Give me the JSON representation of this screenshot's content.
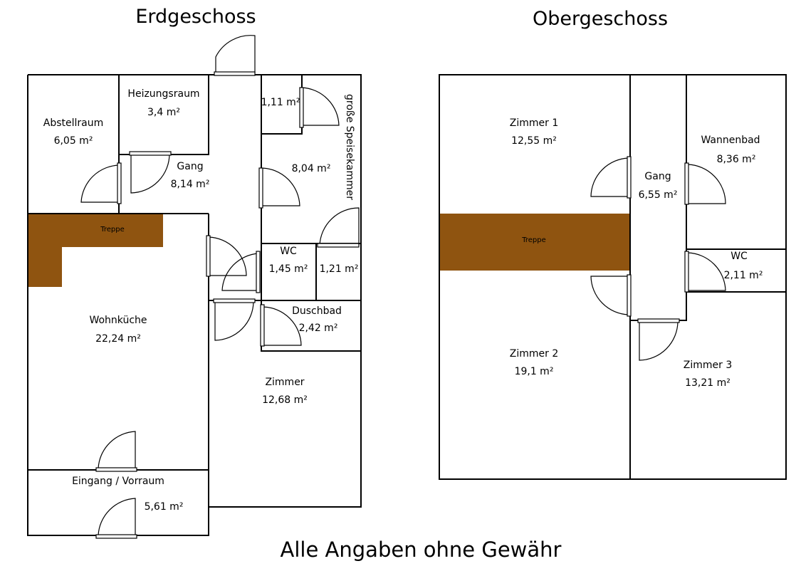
{
  "floors": {
    "ground": {
      "title": "Erdgeschoss",
      "rooms": {
        "abstellraum": {
          "name": "Abstellraum",
          "area": "6,05 m²"
        },
        "heizungsraum": {
          "name": "Heizungsraum",
          "area": "3,4 m²"
        },
        "gang": {
          "name": "Gang",
          "area": "8,14 m²"
        },
        "kammer_small": {
          "area": "1,11 m²"
        },
        "speisekammer": {
          "name": "große Speisekammer",
          "area": "8,04 m²"
        },
        "wc": {
          "name": "WC",
          "area": "1,45 m²"
        },
        "closet": {
          "area": "1,21 m²"
        },
        "duschbad": {
          "name": "Duschbad",
          "area": "2,42 m²"
        },
        "wohnkueche": {
          "name": "Wohnküche",
          "area": "22,24 m²"
        },
        "zimmer": {
          "name": "Zimmer",
          "area": "12,68 m²"
        },
        "eingang": {
          "name": "Eingang / Vorraum",
          "area": "5,61 m²"
        }
      },
      "stairs_label": "Treppe"
    },
    "upper": {
      "title": "Obergeschoss",
      "rooms": {
        "zimmer1": {
          "name": "Zimmer 1",
          "area": "12,55 m²"
        },
        "gang": {
          "name": "Gang",
          "area": "6,55 m²"
        },
        "wannenbad": {
          "name": "Wannenbad",
          "area": "8,36 m²"
        },
        "wc": {
          "name": "WC",
          "area": "2,11 m²"
        },
        "zimmer2": {
          "name": "Zimmer 2",
          "area": "19,1 m²"
        },
        "zimmer3": {
          "name": "Zimmer 3",
          "area": "13,21 m²"
        }
      },
      "stairs_label": "Treppe"
    }
  },
  "disclaimer": "Alle Angaben ohne Gewähr",
  "colors": {
    "stairs": "#8f5410",
    "walls": "#000000",
    "background": "#ffffff"
  }
}
